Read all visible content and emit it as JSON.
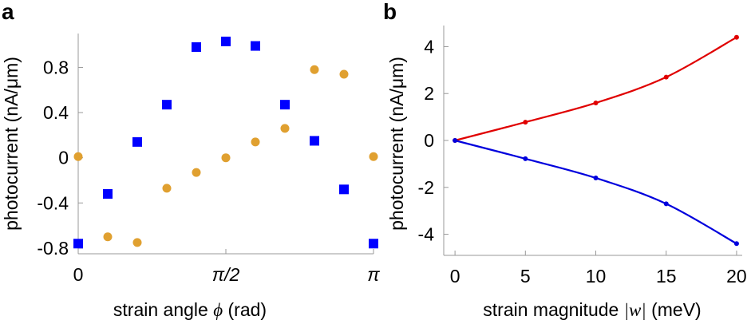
{
  "chart_data": [
    {
      "panel": "a",
      "type": "scatter",
      "xlabel": "strain angle ϕ (rad)",
      "ylabel": "photocurrent (nA/μm)",
      "xlim": [
        0,
        3.14159
      ],
      "ylim": [
        -0.85,
        1.1
      ],
      "xticks": [
        {
          "value": 0,
          "label": "0"
        },
        {
          "value": 1.5708,
          "label": "π/2"
        },
        {
          "value": 3.14159,
          "label": "π"
        }
      ],
      "yticks": [
        {
          "value": 0.8,
          "label": "0.8"
        },
        {
          "value": 0.4,
          "label": "0.4"
        },
        {
          "value": 0,
          "label": "0"
        },
        {
          "value": -0.4,
          "label": "-0.4"
        },
        {
          "value": -0.8,
          "label": "-0.8"
        }
      ],
      "series": [
        {
          "color": "#0000ff",
          "marker": "square",
          "x": [
            0,
            0.3142,
            0.6283,
            0.9425,
            1.2566,
            1.5708,
            1.885,
            2.1991,
            2.5133,
            2.8274,
            3.1416
          ],
          "y": [
            -0.76,
            -0.32,
            0.14,
            0.47,
            0.98,
            1.03,
            0.99,
            0.47,
            0.15,
            -0.28,
            -0.76
          ]
        },
        {
          "color": "#e0a030",
          "marker": "circle",
          "x": [
            0,
            0.3142,
            0.6283,
            0.9425,
            1.2566,
            1.5708,
            1.885,
            2.1991,
            2.5133,
            2.8274,
            3.1416
          ],
          "y": [
            0.01,
            -0.7,
            -0.75,
            -0.27,
            -0.13,
            0.0,
            0.14,
            0.26,
            0.78,
            0.74,
            0.01
          ]
        }
      ]
    },
    {
      "panel": "b",
      "type": "line",
      "xlabel": "strain magnitude |w| (meV)",
      "ylabel": "photocurrent (nA/μm)",
      "xlim": [
        -0.8,
        20.4
      ],
      "ylim": [
        -4.9,
        4.9
      ],
      "xticks": [
        {
          "value": 0,
          "label": "0"
        },
        {
          "value": 5,
          "label": "5"
        },
        {
          "value": 10,
          "label": "10"
        },
        {
          "value": 15,
          "label": "15"
        },
        {
          "value": 20,
          "label": "20"
        }
      ],
      "yticks": [
        {
          "value": 4,
          "label": "4"
        },
        {
          "value": 2,
          "label": "2"
        },
        {
          "value": 0,
          "label": "0"
        },
        {
          "value": -2,
          "label": "-2"
        },
        {
          "value": -4,
          "label": "-4"
        }
      ],
      "series": [
        {
          "color": "#e00000",
          "x": [
            0,
            5,
            10,
            15,
            20
          ],
          "y": [
            0,
            0.78,
            1.6,
            2.7,
            4.4
          ]
        },
        {
          "color": "#0000dd",
          "x": [
            0,
            5,
            10,
            15,
            20
          ],
          "y": [
            0,
            -0.78,
            -1.6,
            -2.7,
            -4.4
          ]
        }
      ]
    }
  ],
  "panels": {
    "a": {
      "label": "a",
      "ylabel": "photocurrent (nA/μm)",
      "xlabel_prefix": "strain angle ",
      "xlabel_symbol": "ϕ",
      "xlabel_suffix": " (rad)"
    },
    "b": {
      "label": "b",
      "ylabel": "photocurrent (nA/μm)",
      "xlabel_prefix": "strain magnitude ",
      "xlabel_symbol": "|w|",
      "xlabel_suffix": " (meV)"
    }
  }
}
